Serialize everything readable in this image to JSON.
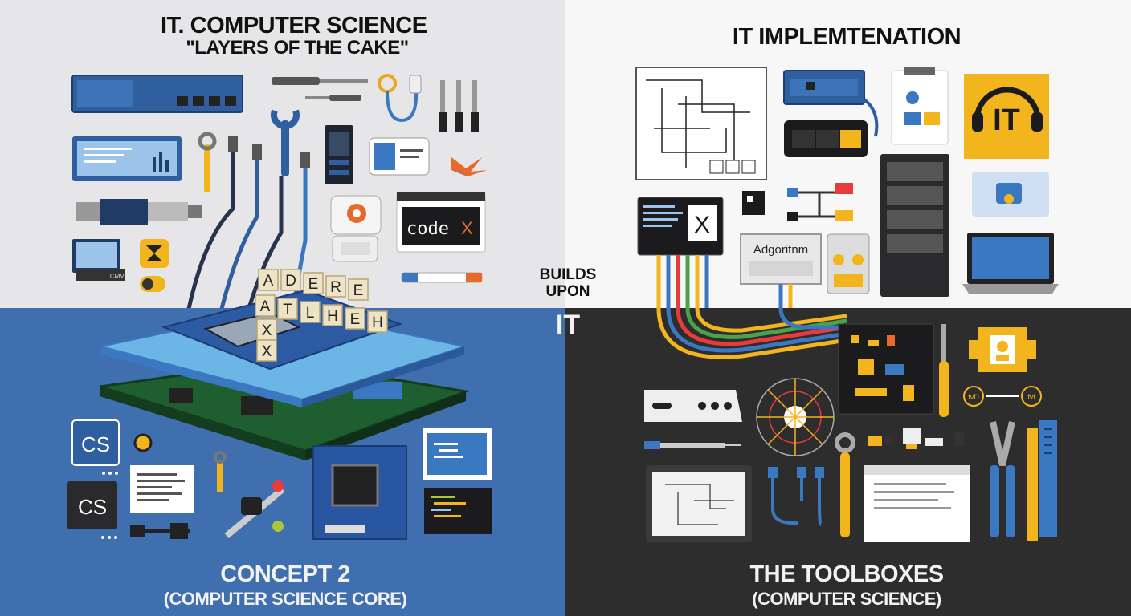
{
  "colors": {
    "tl_bg": "#e6e6e8",
    "tr_bg": "#f7f7f7",
    "bl_bg": "#3f6fae",
    "br_bg": "#2d2d2e",
    "accent_yellow": "#f2b51e",
    "accent_blue": "#3a78c2"
  },
  "quadrants": {
    "top_left": {
      "title_line1": "IT. COMPUTER SCIENCE",
      "title_line2": "\"LAYERS OF THE CAKE\""
    },
    "top_right": {
      "title": "IT IMPLEMTENATION"
    },
    "bottom_left": {
      "title_line1": "CONCEPT 2",
      "title_line2": "(COMPUTER SCIENCE CORE)"
    },
    "bottom_right": {
      "title_line1": "THE TOOLBOXES",
      "title_line2": "(COMPUTER SCIENCE)"
    }
  },
  "center": {
    "line1": "BUILDS",
    "line2": "UPON",
    "it": "IT"
  },
  "items": {
    "code_window": {
      "word": "code",
      "x": "X"
    },
    "terminal_x": "X",
    "algorithm_box": "Adgoritnm",
    "it_badge": "IT",
    "cs_badge_1": "CS",
    "cs_badge_2": "CS",
    "monitor_caption": "TCMV",
    "tiles": [
      "A",
      "D",
      "E",
      "R",
      "E",
      "A",
      "T",
      "L",
      "H",
      "E",
      "H",
      "X",
      "X"
    ],
    "connector_left": "fvD",
    "connector_right": "fvf"
  }
}
